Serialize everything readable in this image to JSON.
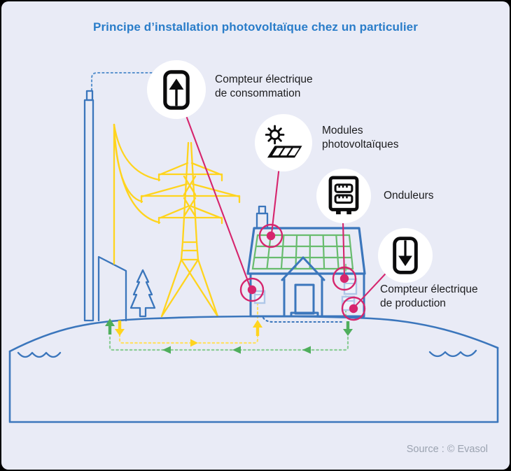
{
  "title": "Principe d’installation photovoltaïque chez un particulier",
  "source": "Source : © Evasol",
  "callouts": [
    {
      "id": "consumption-meter",
      "icon": "meter-arrow-up-icon",
      "lines": [
        "Compteur électrique",
        "de consommation"
      ]
    },
    {
      "id": "pv-modules",
      "icon": "sun-solar-panel-icon",
      "lines": [
        "Modules",
        "photovoltaïques"
      ]
    },
    {
      "id": "inverters",
      "icon": "inverter-icon",
      "lines": [
        "Onduleurs",
        ""
      ]
    },
    {
      "id": "production-meter",
      "icon": "meter-arrow-down-icon",
      "lines": [
        "Compteur électrique",
        "de production"
      ]
    }
  ],
  "colors": {
    "bg": "#E9EBF6",
    "blue": "#3B76BC",
    "blue_light": "#AFC7E8",
    "smoke": "#5B93CE",
    "yellow": "#FFD41E",
    "yellow_dot": "#FFE064",
    "green": "#4FAE5C",
    "green_dot": "#8CCD96",
    "green_panel": "#68BC6E",
    "pink": "#D6256D",
    "ink": "#0B0B0C",
    "title": "#2A7DC9",
    "text": "#1C1C1E",
    "muted": "#9BA3B0"
  }
}
